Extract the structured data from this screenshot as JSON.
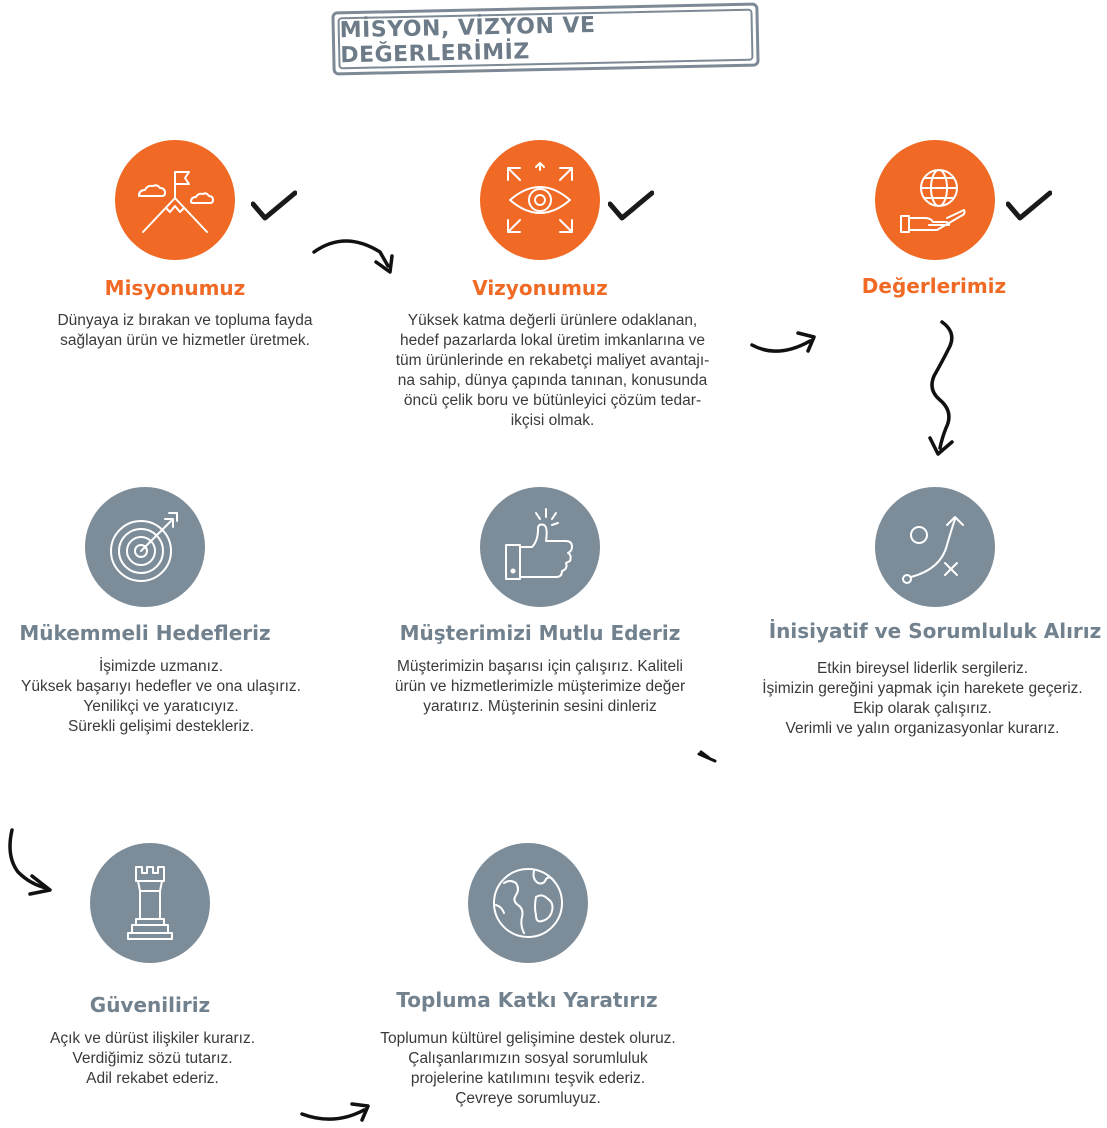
{
  "title": "MİSYON, VİZYON VE DEĞERLERİMİZ",
  "colors": {
    "accent": "#f06a25",
    "muted": "#7c8c99",
    "heading_muted": "#72818e",
    "text": "#3a3a3a"
  },
  "items": [
    {
      "heading": "Misyonumuz",
      "icon": "mountain-flag-icon",
      "checked": true,
      "lines": [
        "Dünyaya iz bırakan ve topluma fayda",
        "sağlayan ürün ve hizmetler üretmek."
      ]
    },
    {
      "heading": "Vizyonumuz",
      "icon": "eye-expand-icon",
      "checked": true,
      "lines": [
        "Yüksek katma değerli ürünlere odaklanan,",
        "hedef pazarlarda lokal üretim imkanlarına ve",
        "tüm ürünlerinde en rekabetçi maliyet avantajı-",
        "na sahip, dünya çapında tanınan, konusunda",
        "öncü çelik boru ve bütünleyici çözüm tedar-",
        "ikçisi olmak."
      ]
    },
    {
      "heading": "Değerlerimiz",
      "icon": "globe-hand-icon",
      "checked": true,
      "lines": []
    },
    {
      "heading": "Mükemmeli Hedefleriz",
      "icon": "target-icon",
      "lines": [
        "İşimizde uzmanız.",
        "Yüksek başarıyı hedefler ve ona ulaşırız.",
        "Yenilikçi ve yaratıcıyız.",
        "Sürekli gelişimi destekleriz."
      ]
    },
    {
      "heading": "Müşterimizi Mutlu Ederiz",
      "icon": "thumbs-up-icon",
      "lines": [
        "Müşterimizin başarısı için çalışırız. Kaliteli",
        "ürün ve hizmetlerimizle müşterimize değer",
        "yaratırız. Müşterinin sesini dinleriz"
      ]
    },
    {
      "heading": "İnisiyatif ve Sorumluluk Alırız",
      "icon": "strategy-icon",
      "lines": [
        "Etkin bireysel liderlik sergileriz.",
        "İşimizin gereğini yapmak için harekete geçeriz.",
        "Ekip olarak çalışırız.",
        "Verimli ve yalın organizasyonlar kurarız."
      ]
    },
    {
      "heading": "Güveniliriz",
      "icon": "chess-rook-icon",
      "lines": [
        "Açık ve dürüst ilişkiler kurarız.",
        "Verdiğimiz sözü tutarız.",
        "Adil rekabet ederiz."
      ]
    },
    {
      "heading": "Topluma Katkı Yaratırız",
      "icon": "earth-icon",
      "lines": [
        "Toplumun kültürel gelişimine destek oluruz.",
        "Çalışanlarımızın sosyal sorumluluk",
        "projelerine katılımını teşvik ederiz.",
        "Çevreye sorumluyuz."
      ]
    }
  ]
}
